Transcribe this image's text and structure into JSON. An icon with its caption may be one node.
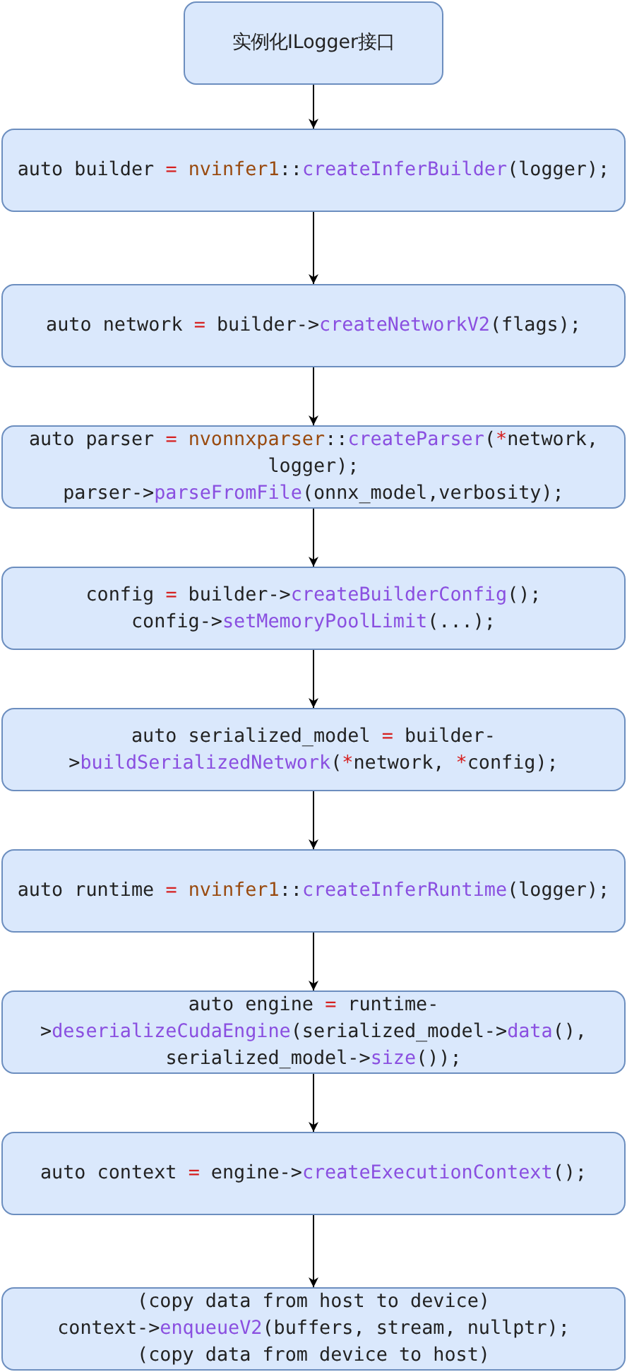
{
  "diagram": {
    "nodes": [
      {
        "text": [
          "实例化ILogger接口"
        ]
      },
      {
        "text": [
          "auto builder = nvinfer1::createInferBuilder(logger);"
        ]
      },
      {
        "text": [
          "auto network = builder->createNetworkV2(flags);"
        ]
      },
      {
        "text": [
          "auto parser = nvonnxparser::createParser(*network, logger);",
          "parser->parseFromFile(onnx_model,verbosity);"
        ]
      },
      {
        "text": [
          "config = builder->createBuilderConfig();",
          "config->setMemoryPoolLimit(...);"
        ]
      },
      {
        "text": [
          "auto serialized_model = builder->buildSerializedNetwork(*network, *config);"
        ]
      },
      {
        "text": [
          "auto runtime = nvinfer1::createInferRuntime(logger);"
        ]
      },
      {
        "text": [
          "auto engine = runtime->deserializeCudaEngine(serialized_model->data(), serialized_model->size());"
        ]
      },
      {
        "text": [
          "auto context = engine->createExecutionContext();"
        ]
      },
      {
        "text": [
          "(copy data from host to device)",
          "context->enqueueV2(buffers, stream, nullptr);",
          "(copy data from device to host)"
        ]
      }
    ],
    "edges": [
      {
        "from": 0,
        "to": 1,
        "arrow": "to"
      },
      {
        "from": 1,
        "to": 2,
        "arrow": "to"
      },
      {
        "from": 2,
        "to": 3,
        "arrow": "to"
      },
      {
        "from": 3,
        "to": 4,
        "arrow": "to"
      },
      {
        "from": 4,
        "to": 5,
        "arrow": "to"
      },
      {
        "from": 5,
        "to": 6,
        "arrow": "to"
      },
      {
        "from": 6,
        "to": 7,
        "arrow": "to"
      },
      {
        "from": 7,
        "to": 8,
        "arrow": "to"
      },
      {
        "from": 8,
        "to": 9,
        "arrow": "to"
      }
    ]
  }
}
